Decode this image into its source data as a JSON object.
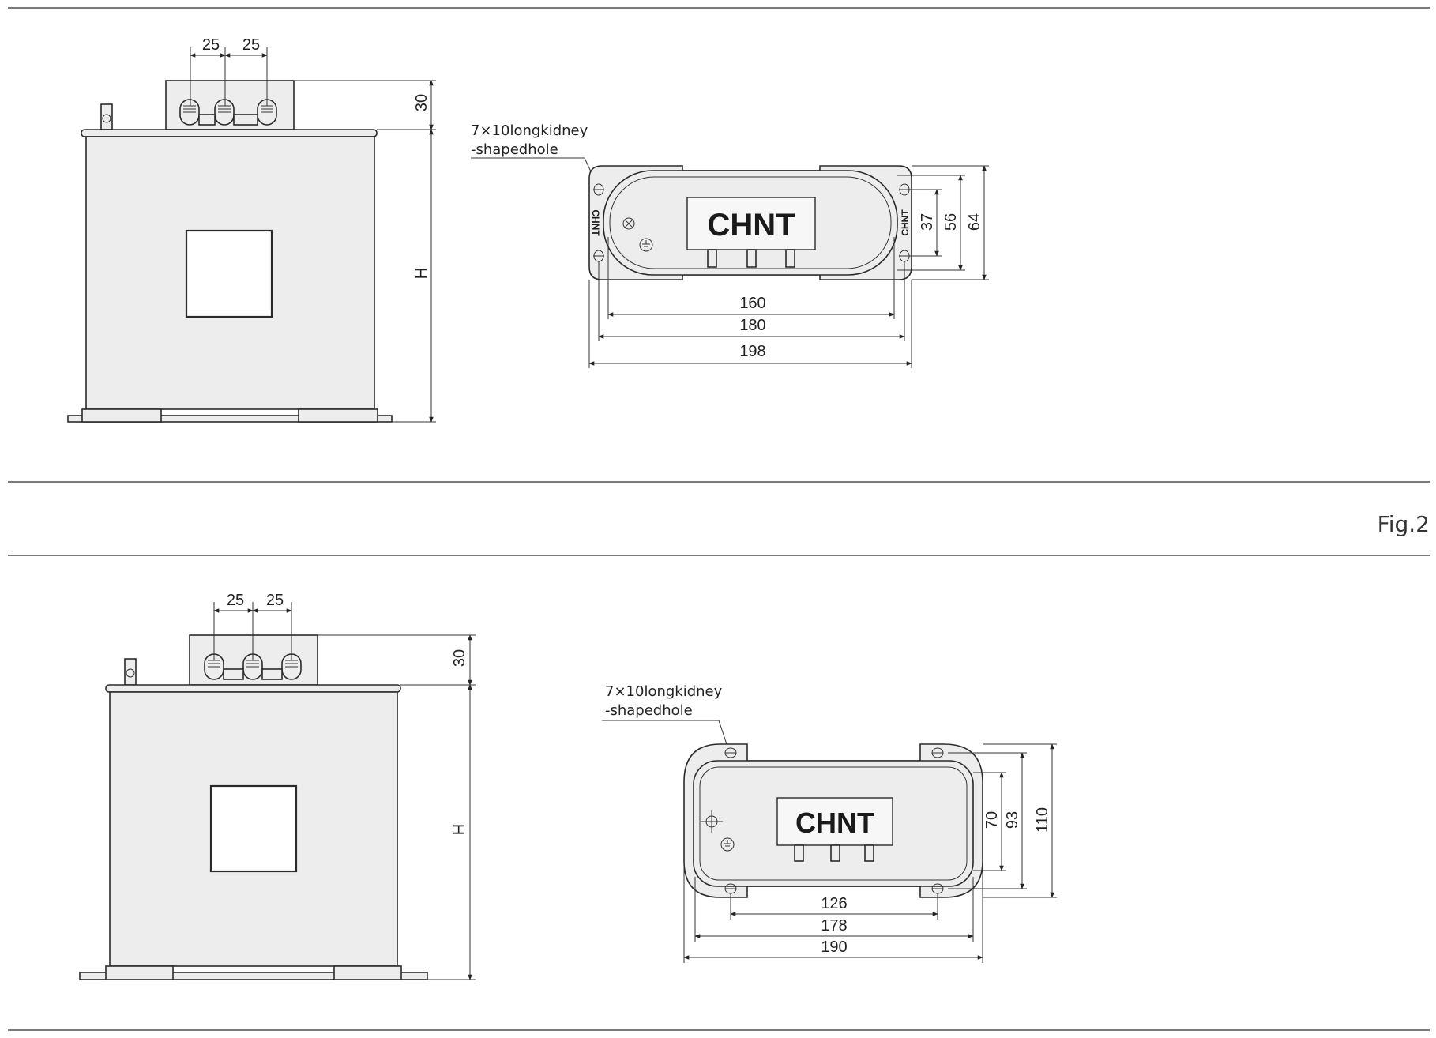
{
  "figure_label": "Fig.2",
  "top": {
    "side": {
      "pitch_left": "25",
      "pitch_right": "25",
      "terminal_height": "30",
      "height": "H"
    },
    "plan": {
      "hole_note_1": "7×10longkidney",
      "hole_note_2": "-shapedhole",
      "logo": "CHNT",
      "dim_inner_height": "37",
      "dim_mid_height": "56",
      "dim_outer_height": "64",
      "dim_inner_width": "160",
      "dim_mid_width": "180",
      "dim_outer_width": "198"
    }
  },
  "bottom": {
    "side": {
      "pitch_left": "25",
      "pitch_right": "25",
      "terminal_height": "30",
      "height": "H"
    },
    "plan": {
      "hole_note_1": "7×10longkidney",
      "hole_note_2": "-shapedhole",
      "logo": "CHNT",
      "dim_inner_height": "70",
      "dim_mid_height": "93",
      "dim_outer_height": "110",
      "dim_inner_width": "126",
      "dim_mid_width": "178",
      "dim_outer_width": "190"
    }
  }
}
